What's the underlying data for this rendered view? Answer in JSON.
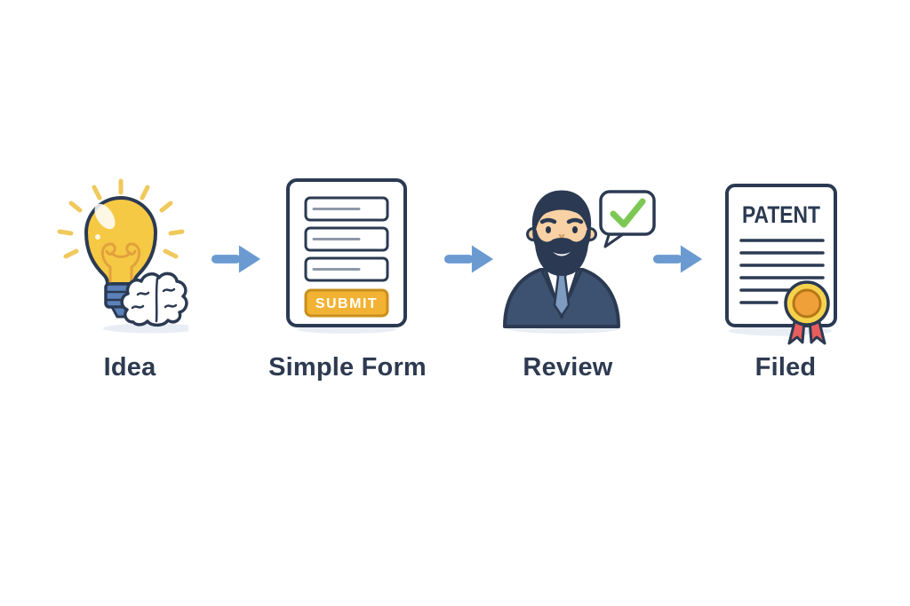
{
  "diagram": {
    "description": "Four-step patent filing process flow",
    "steps": [
      {
        "id": "idea",
        "label": "Idea",
        "icon": "lightbulb-brain-icon"
      },
      {
        "id": "simple-form",
        "label": "Simple Form",
        "icon": "form-document-icon",
        "submit_button_label": "SUBMIT"
      },
      {
        "id": "review",
        "label": "Review",
        "icon": "reviewer-person-icon"
      },
      {
        "id": "filed",
        "label": "Filed",
        "icon": "patent-certificate-icon",
        "document_title": "PATENT"
      }
    ],
    "colors": {
      "arrow_blue": "#6b9ad1",
      "outline_navy": "#2b3a52",
      "label_text": "#2d3a50",
      "bulb_yellow": "#f6c945",
      "ray_yellow": "#f0c95c",
      "bulb_base_blue": "#5b81b8",
      "submit_button_yellow": "#f2b233",
      "check_green": "#7dc855",
      "seal_gold": "#f5d24b",
      "seal_orange": "#f0a038",
      "ribbon_red": "#e85d5d",
      "suit_navy": "#3d5270",
      "tie_blue": "#7d9cc0",
      "skin_tone": "#f8d1a4"
    }
  }
}
